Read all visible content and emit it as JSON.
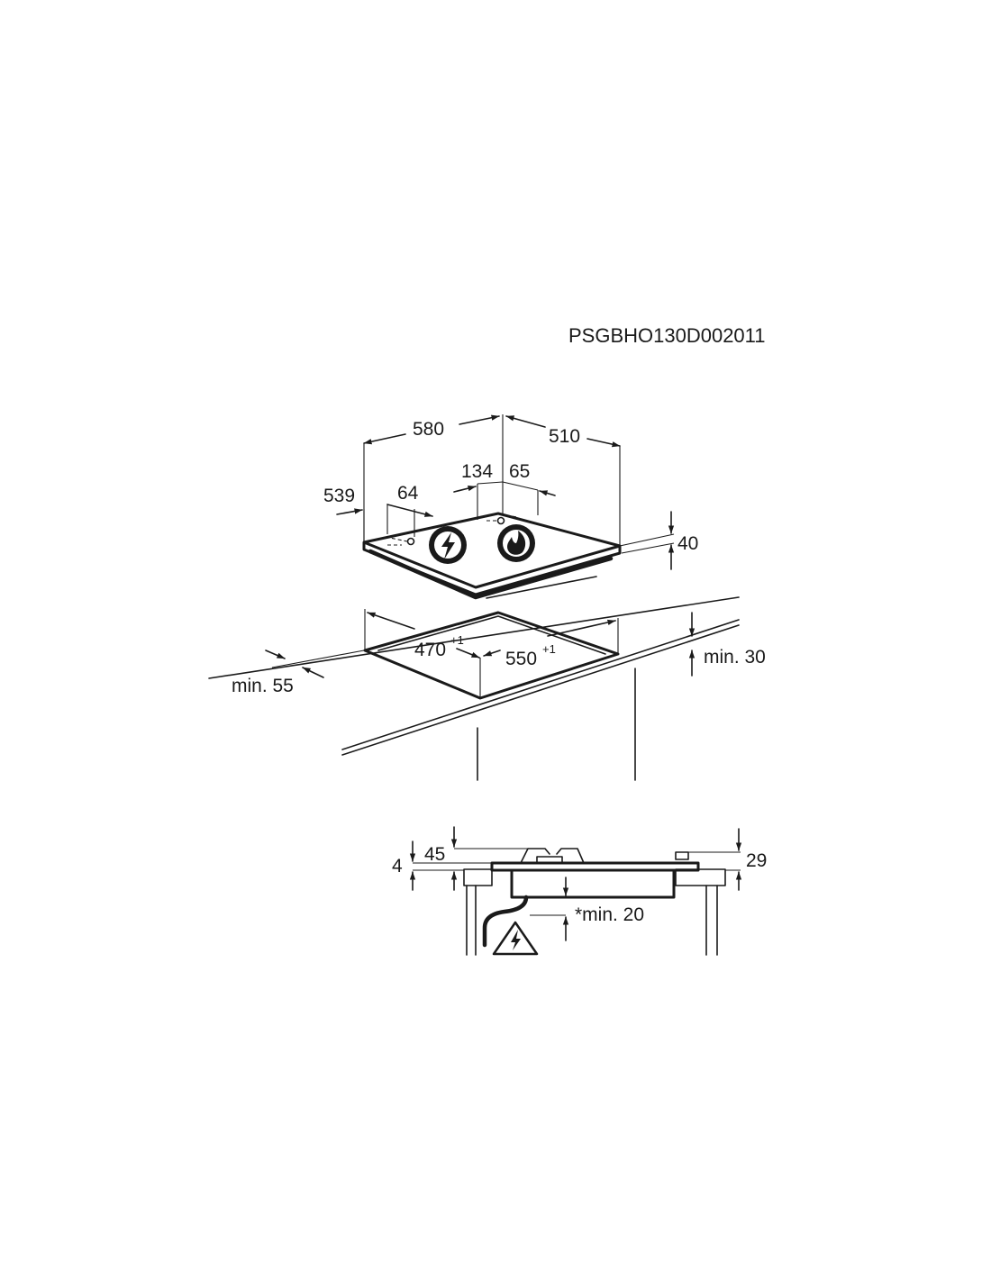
{
  "drawing_code": "PSGBHO130D002011",
  "dimensions": {
    "width": "580",
    "depth": "510",
    "side_inner": "539",
    "left_offset": "64",
    "center_134": "134",
    "center_65": "65",
    "height": "40",
    "cutout_depth": "470",
    "cutout_depth_tol": "+1",
    "cutout_width": "550",
    "cutout_width_tol": "+1",
    "min_back": "min. 30",
    "min_front": "min. 55",
    "section_4": "4",
    "section_45": "45",
    "section_29": "29",
    "section_min20": "*min. 20"
  },
  "icons": {
    "electric": "lightning-bolt-icon",
    "gas": "flame-icon",
    "warning": "electric-warning-triangle-icon"
  },
  "colors": {
    "line": "#1a1a1a",
    "background": "#ffffff"
  }
}
